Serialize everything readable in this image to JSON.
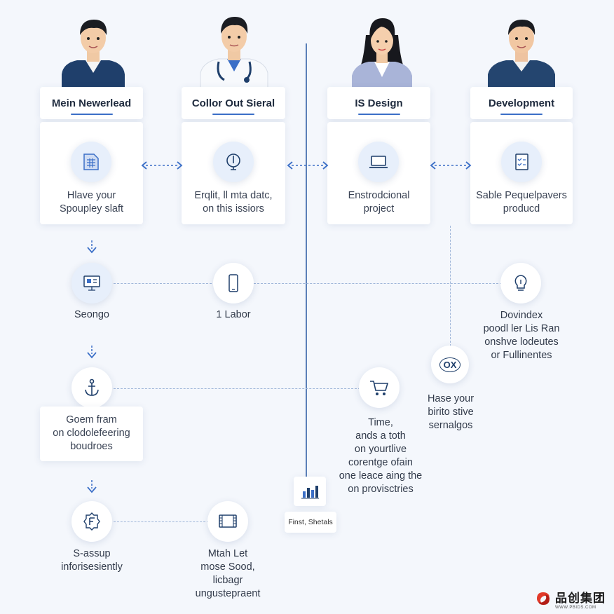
{
  "diagram": {
    "columns": [
      {
        "header": "Mein Newerlead",
        "stage_text_lines": [
          "Hlave your",
          "Spoupley slaft"
        ]
      },
      {
        "header": "Collor Out Sieral",
        "stage_text_lines": [
          "Erqlit, ll mta datc,",
          "on this issiors"
        ]
      },
      {
        "header": "IS Design",
        "stage_text_lines": [
          "Enstrodcional",
          "project"
        ]
      },
      {
        "header": "Development",
        "stage_text_lines": [
          "Sable Pequelpavers",
          "producd"
        ]
      }
    ],
    "nodes": {
      "seongo": "Seongo",
      "labor": "1 Labor",
      "dovindex_lines": [
        "Dovindex",
        "poodl ler Lis Ran",
        "onshve lodeutes",
        "or Fullinentes"
      ],
      "ox_lines": [
        "Hase your",
        "birito stive",
        "sernalgos"
      ],
      "goem_lines": [
        "Goem fram",
        "on clodolefeering",
        "boudroes"
      ],
      "time_lines": [
        "Time,",
        "ands a toth",
        "on yourtlive",
        "corentge ofain",
        "one leace aing the",
        "on provisctries"
      ],
      "stats_label": "Finst, Shetals",
      "sassup_lines": [
        "S-assup",
        "inforisesiently"
      ],
      "mtah_lines": [
        "Mtah Let",
        "mose Sood,",
        "licbagr",
        "ungustepraent"
      ]
    },
    "icons": {
      "node_ox": "OX"
    }
  },
  "watermark": {
    "brand": "品创集团",
    "url": "WWW.PBIDS.COM"
  }
}
